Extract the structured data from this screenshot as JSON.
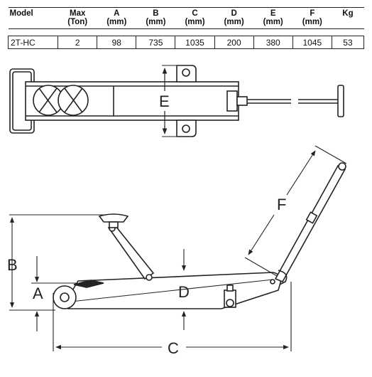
{
  "table": {
    "headers": [
      {
        "name": "Model",
        "unit": ""
      },
      {
        "name": "Max",
        "unit": "(Ton)"
      },
      {
        "name": "A",
        "unit": "(mm)"
      },
      {
        "name": "B",
        "unit": "(mm)"
      },
      {
        "name": "C",
        "unit": "(mm)"
      },
      {
        "name": "D",
        "unit": "(mm)"
      },
      {
        "name": "E",
        "unit": "(mm)"
      },
      {
        "name": "F",
        "unit": "(mm)"
      },
      {
        "name": "Kg",
        "unit": ""
      }
    ],
    "rows": [
      [
        "2T-HC",
        "2",
        "98",
        "735",
        "1035",
        "200",
        "380",
        "1045",
        "53"
      ]
    ]
  },
  "dimension_labels": {
    "a": "A",
    "b": "B",
    "c": "C",
    "d": "D",
    "e": "E",
    "f": "F"
  }
}
